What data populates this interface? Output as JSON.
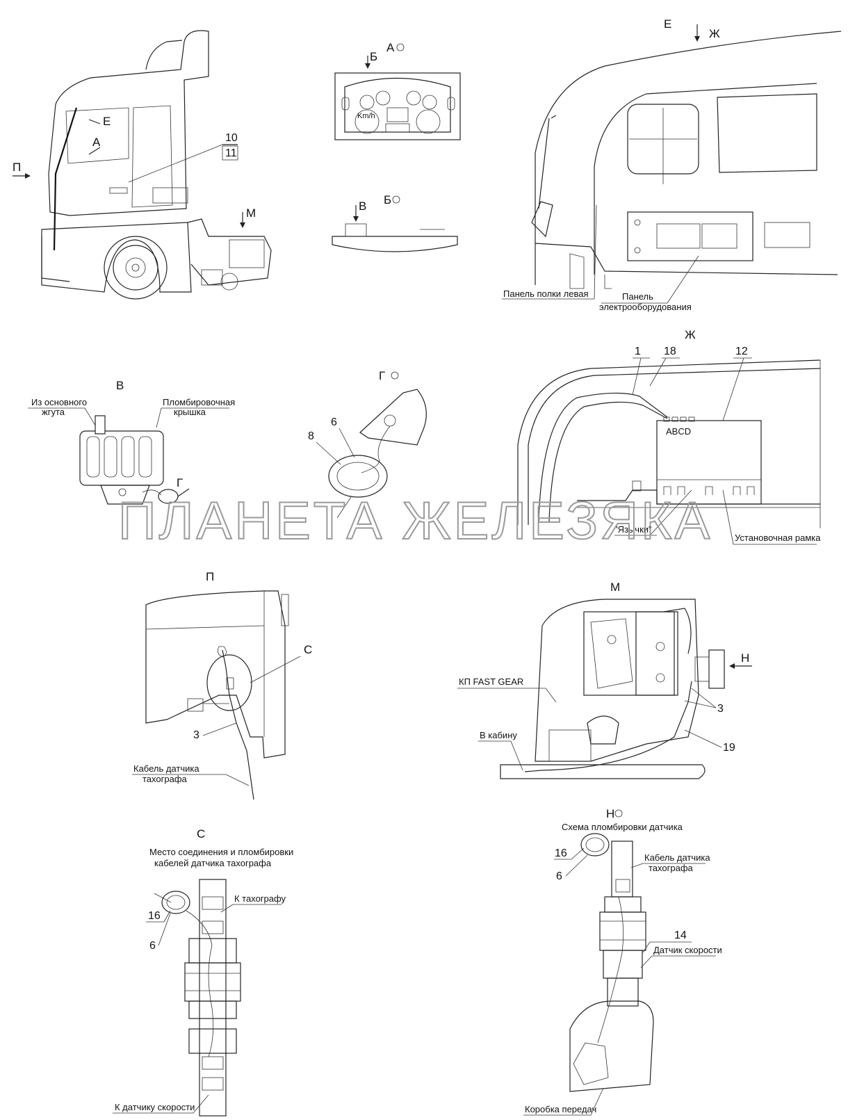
{
  "views": {
    "cab": {
      "e": "Е",
      "a": "А",
      "p": "П",
      "m": "М",
      "n10": "10",
      "n11": "11"
    },
    "a": {
      "title": "А",
      "b": "Б",
      "kmh": "Km/h"
    },
    "b": {
      "title": "Б",
      "v": "В"
    },
    "e": {
      "title": "Е",
      "zh": "Ж",
      "left_shelf": "Панель полки левая",
      "elec_panel_1": "Панель",
      "elec_panel_2": "электрооборудования"
    },
    "v": {
      "title": "В",
      "harness_1": "Из основного",
      "harness_2": "жгута",
      "cover_1": "Пломбировочная",
      "cover_2": "крышка",
      "g": "Г"
    },
    "g": {
      "title": "Г",
      "n8": "8",
      "n6": "6"
    },
    "zh": {
      "title": "Ж",
      "n1": "1",
      "n18": "18",
      "n12": "12",
      "abcd": "ABCD",
      "tabs": "\"Язычки\"",
      "frame": "Установочная рамка"
    },
    "p": {
      "title": "П",
      "c": "С",
      "n3": "3",
      "cable_1": "Кабель датчика",
      "cable_2": "тахографа"
    },
    "m": {
      "title": "М",
      "gearbox": "КП FAST GEAR",
      "to_cab": "В кабину",
      "n3": "3",
      "n19": "19",
      "h": "Н"
    },
    "c": {
      "title": "С",
      "sub_1": "Место соединения и пломбировки",
      "sub_2": "кабелей датчика тахографа",
      "to_tacho": "К тахографу",
      "n16": "16",
      "n6": "6",
      "to_sensor": "К датчику скорости"
    },
    "h": {
      "title": "Н",
      "sub": "Схема пломбировки датчика",
      "n16": "16",
      "n6": "6",
      "cable_1": "Кабель датчика",
      "cable_2": "тахографа",
      "n14": "14",
      "sensor": "Датчик скорости",
      "gearbox": "Коробка передач"
    }
  },
  "watermark": "ПЛАНЕТА ЖЕЛЕЗЯКА"
}
